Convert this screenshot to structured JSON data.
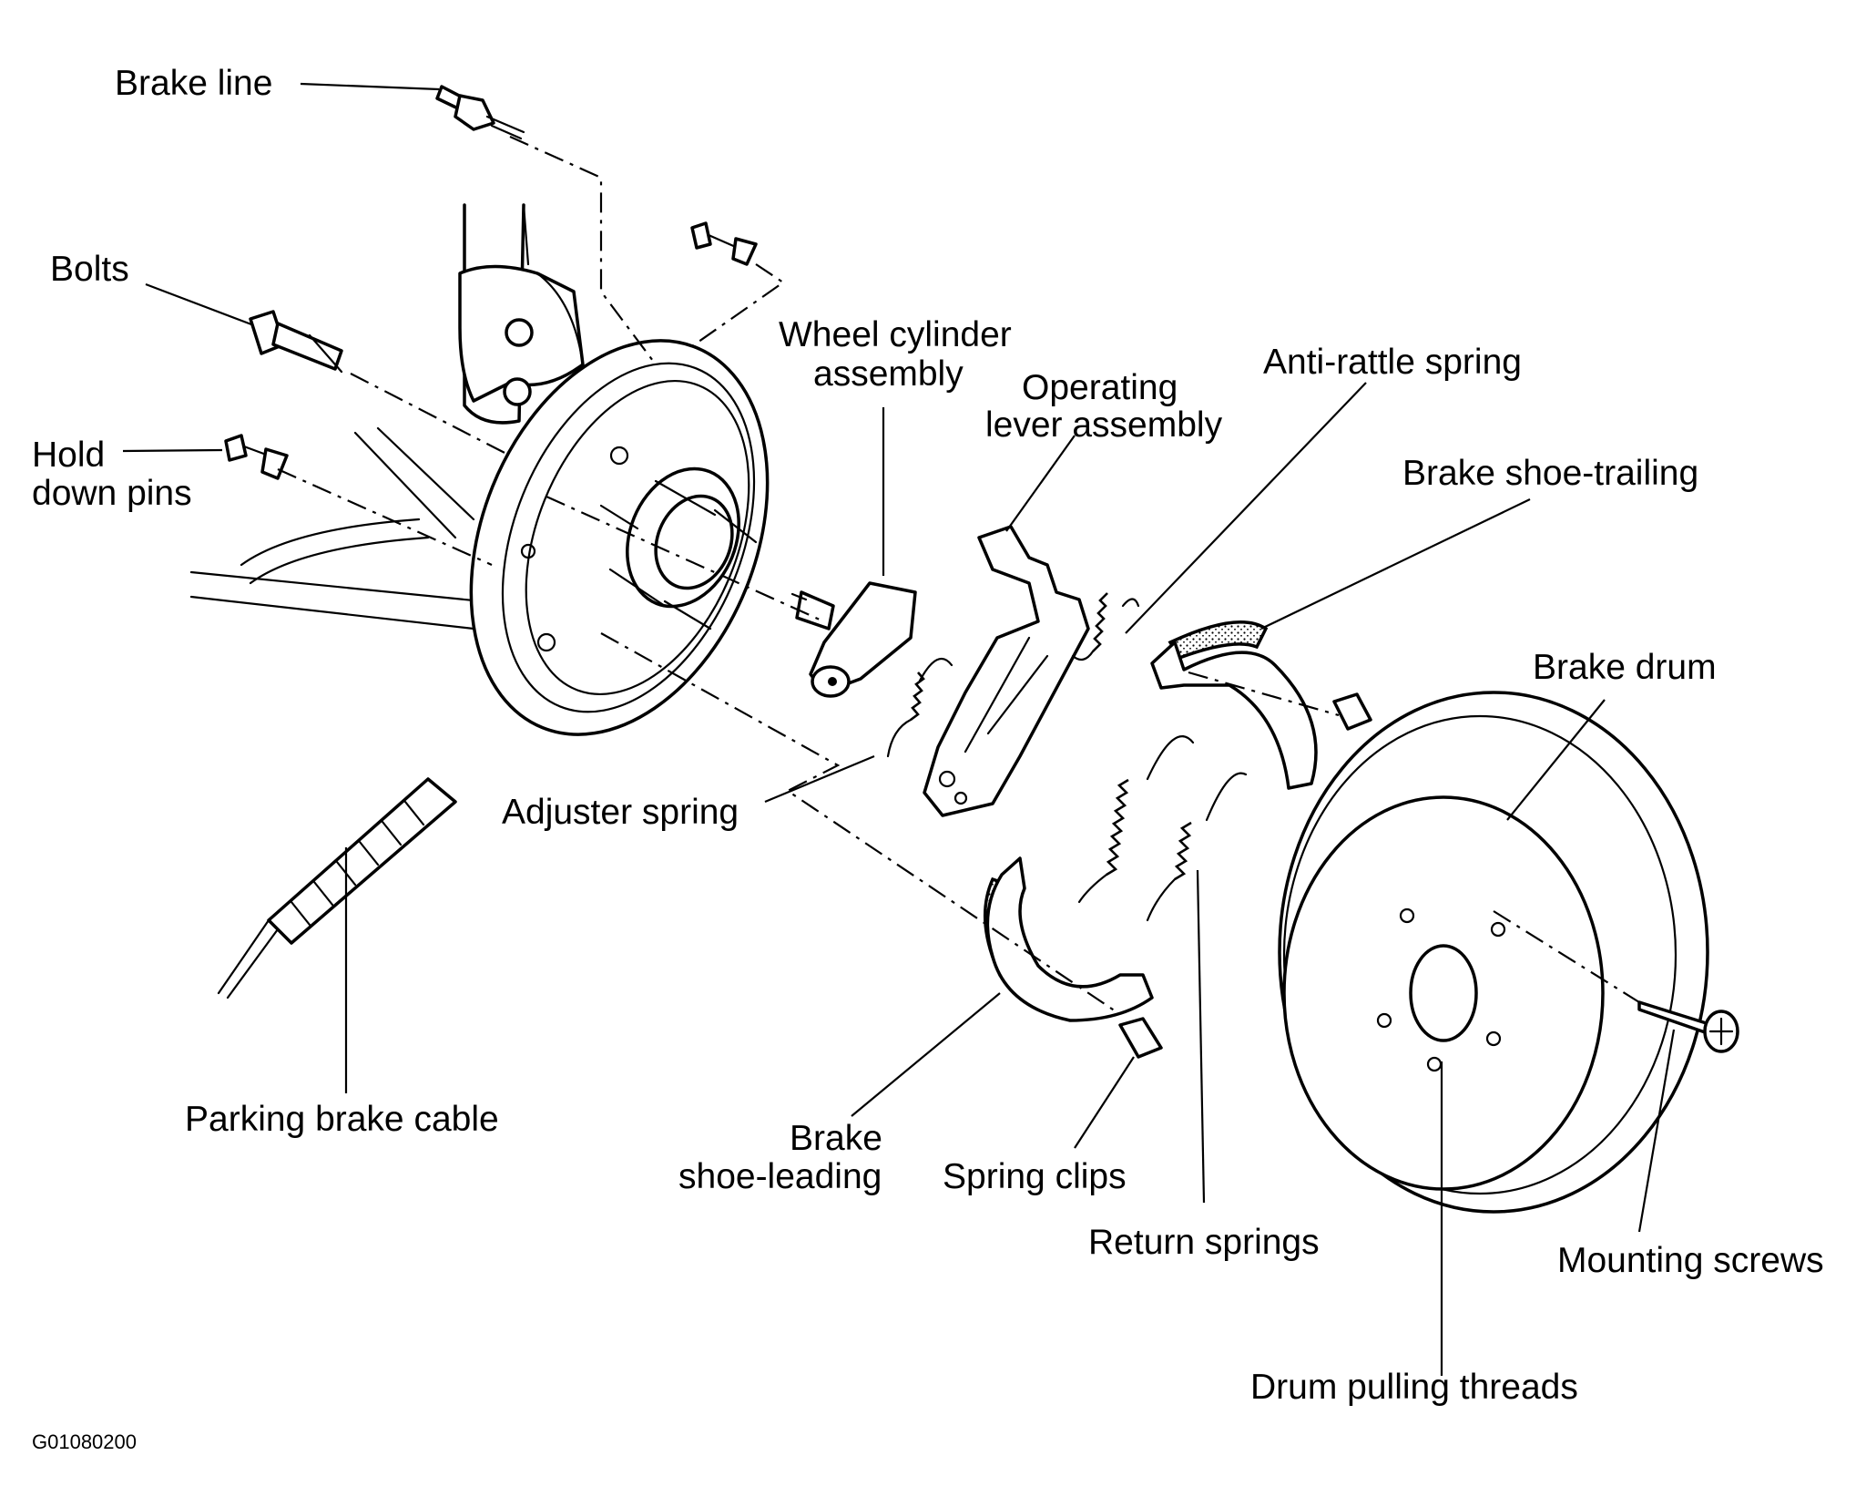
{
  "figure_code": "G01080200",
  "labels": {
    "brake_line": "Brake line",
    "bolts": "Bolts",
    "hold_down_pins_1": "Hold",
    "hold_down_pins_2": "down pins",
    "wheel_cylinder_1": "Wheel cylinder",
    "wheel_cylinder_2": "assembly",
    "operating_lever_1": "Operating",
    "operating_lever_2": "lever assembly",
    "anti_rattle_spring": "Anti-rattle spring",
    "brake_shoe_trailing": "Brake shoe-trailing",
    "brake_drum": "Brake drum",
    "adjuster_spring": "Adjuster spring",
    "parking_brake_cable": "Parking brake cable",
    "brake_shoe_leading_1": "Brake",
    "brake_shoe_leading_2": "shoe-leading",
    "spring_clips": "Spring clips",
    "return_springs": "Return springs",
    "mounting_screws": "Mounting screws",
    "drum_pulling_threads": "Drum pulling threads"
  },
  "icons": {
    "backing_plate": "backing-plate-drawing",
    "strut": "strut-drawing",
    "wheel_cylinder": "wheel-cylinder-drawing",
    "operating_lever": "operating-lever-drawing",
    "trailing_shoe": "brake-shoe-drawing",
    "leading_shoe": "brake-shoe-drawing",
    "drum": "brake-drum-drawing",
    "parking_cable": "cable-drawing",
    "screw": "screw-drawing",
    "spring": "coil-spring-drawing"
  }
}
